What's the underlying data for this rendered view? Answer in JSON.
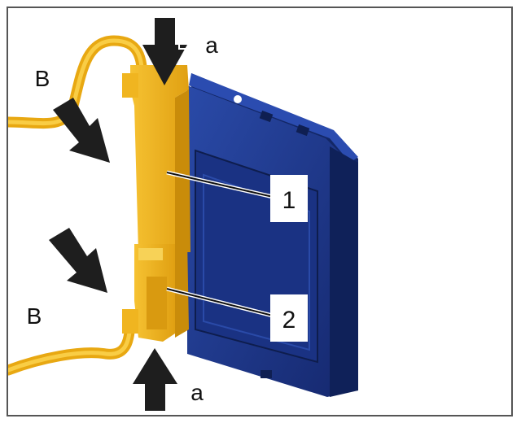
{
  "labels": {
    "a_top": "a",
    "a_bottom": "a",
    "b_top": "B",
    "b_bottom": "B"
  },
  "callouts": [
    {
      "number": "1"
    },
    {
      "number": "2"
    }
  ],
  "colors": {
    "housing_blue": "#1f3a93",
    "housing_blue_dark": "#132766",
    "bracket_yellow": "#f2b21b",
    "bracket_yellow_dark": "#c98c0a",
    "arrow": "#1e1e1e"
  },
  "icons": {
    "press_arrow": "arrow-down-icon",
    "slide_arrow": "arrow-right-icon"
  }
}
